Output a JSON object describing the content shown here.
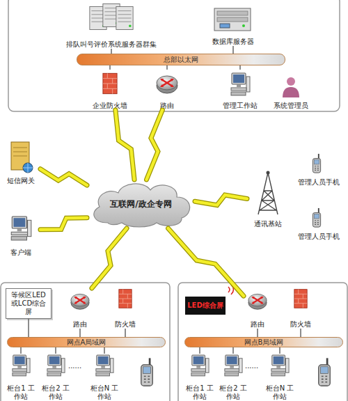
{
  "diagram": {
    "nodes": [
      {
        "text": [
          "排队叫号评价系统服务器群集"
        ]
      },
      {
        "text": [
          "数据库服务器"
        ]
      },
      {
        "text": [
          "总部以太网"
        ]
      },
      {
        "text": [
          "企业防火墙"
        ]
      },
      {
        "text": [
          "路由"
        ]
      },
      {
        "text": [
          "管理工作站"
        ]
      },
      {
        "text": [
          "系统管理员"
        ]
      },
      {
        "text": [
          "短信网关"
        ]
      },
      {
        "text": [
          "互联网/政企专网"
        ]
      },
      {
        "text": [
          "通讯基站"
        ]
      },
      {
        "text": [
          "管理人员手机"
        ]
      },
      {
        "text": [
          "客户端"
        ]
      },
      {
        "text": [
          "管理人员手机"
        ]
      },
      {
        "text": [
          "等候区LED 或LCD综合 屏"
        ]
      },
      {
        "text": [
          "路由"
        ]
      },
      {
        "text": [
          "防火墙"
        ]
      },
      {
        "text": [
          "网点A局域网"
        ]
      },
      {
        "text": [
          "柜台1 工作站"
        ]
      },
      {
        "text": [
          "柜台2 工作站"
        ]
      },
      {
        "text": [
          "柜台N 工作站"
        ]
      },
      {
        "text": [
          "LED综合屏"
        ]
      },
      {
        "text": [
          "路由"
        ]
      },
      {
        "text": [
          "防火墙"
        ]
      },
      {
        "text": [
          "网点B局域网"
        ]
      },
      {
        "text": [
          "柜台1 工作站"
        ]
      },
      {
        "text": [
          "柜台2 工作站"
        ]
      },
      {
        "text": [
          "柜台N 工作站"
        ]
      }
    ],
    "edges": [
      {
        "from": 0,
        "to": 2,
        "arrow": "none"
      },
      {
        "from": 1,
        "to": 2,
        "arrow": "none"
      },
      {
        "from": 3,
        "to": 2,
        "arrow": "none"
      },
      {
        "from": 4,
        "to": 2,
        "arrow": "none"
      },
      {
        "from": 5,
        "to": 2,
        "arrow": "none"
      },
      {
        "from": 8,
        "to": 3,
        "arrow": "none"
      },
      {
        "from": 8,
        "to": 4,
        "arrow": "none"
      },
      {
        "from": 8,
        "to": 7,
        "arrow": "none"
      },
      {
        "from": 8,
        "to": 11,
        "arrow": "none"
      },
      {
        "from": 8,
        "to": 9,
        "arrow": "none"
      },
      {
        "from": 8,
        "to": 14,
        "arrow": "none"
      },
      {
        "from": 8,
        "to": 21,
        "arrow": "none"
      },
      {
        "from": 13,
        "to": 16,
        "arrow": "none"
      },
      {
        "from": 14,
        "to": 16,
        "arrow": "none"
      },
      {
        "from": 15,
        "to": 16,
        "arrow": "none"
      },
      {
        "from": 17,
        "to": 16,
        "arrow": "none"
      },
      {
        "from": 18,
        "to": 16,
        "arrow": "none"
      },
      {
        "from": 19,
        "to": 16,
        "arrow": "none"
      },
      {
        "from": 21,
        "to": 23,
        "arrow": "none"
      },
      {
        "from": 22,
        "to": 23,
        "arrow": "none"
      },
      {
        "from": 24,
        "to": 23,
        "arrow": "none"
      },
      {
        "from": 25,
        "to": 23,
        "arrow": "none"
      },
      {
        "from": 26,
        "to": 23,
        "arrow": "none"
      }
    ],
    "labels": [
      "......",
      "......"
    ]
  }
}
